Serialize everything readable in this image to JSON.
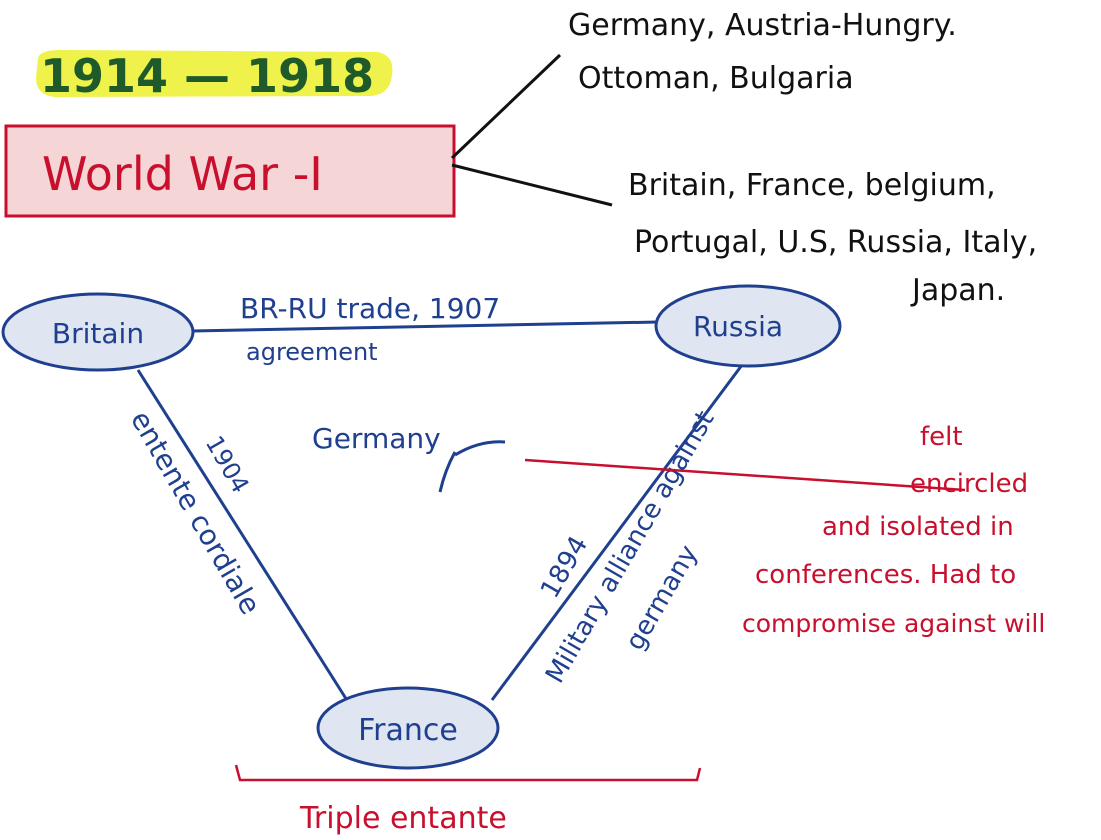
{
  "period": "1914 — 1918",
  "title": "World War -I",
  "central_powers": {
    "line1": "Germany, Austria-Hungry.",
    "line2": "Ottoman, Bulgaria"
  },
  "allied_powers": {
    "line1": "Britain, France, belgium,",
    "line2": "Portugal, U.S, Russia, Italy,",
    "line3": "Japan."
  },
  "nodes": {
    "britain": "Britain",
    "russia": "Russia",
    "france": "France"
  },
  "edges": {
    "br_ru_line1": "BR-RU trade, 1907",
    "br_ru_line2": "agreement",
    "br_fr_year": "1904",
    "br_fr_name": "entente cordiale",
    "fr_ru_year": "1894",
    "fr_ru_line1": "Military alliance against",
    "fr_ru_line2": "germany"
  },
  "center_label": "Germany",
  "annotation": {
    "line1": "felt",
    "line2": "encircled",
    "line3": "and isolated in",
    "line4": "conferences. Had to",
    "line5": "compromise against will"
  },
  "bracket_label": "Triple entante",
  "colors": {
    "ink_blue": "#1f3f8f",
    "ink_red": "#c8102e",
    "highlight": "#eef24a",
    "title_box_fill": "#f5d5d5",
    "node_fill": "#dfe6f2"
  }
}
